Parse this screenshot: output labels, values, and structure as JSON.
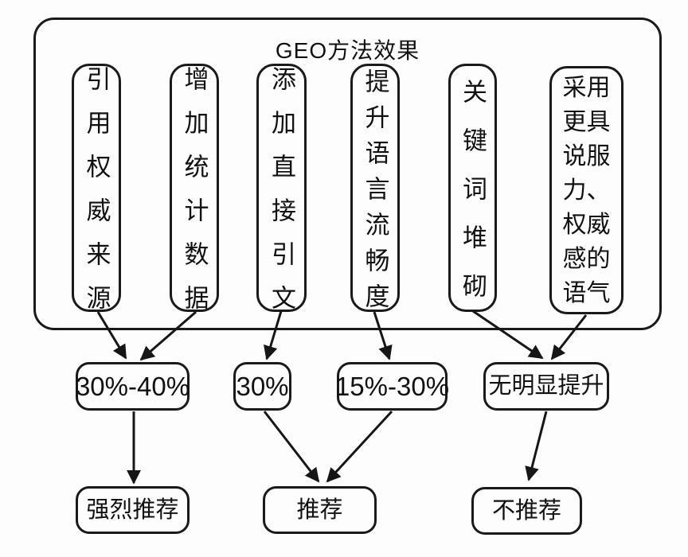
{
  "diagram": {
    "title": "GEO方法效果",
    "methods": [
      {
        "label": "引用权威来源"
      },
      {
        "label": "增加统计数据"
      },
      {
        "label": "添加直接引文"
      },
      {
        "label": "提升语言流畅度"
      },
      {
        "label": "关键词堆砌"
      },
      {
        "label": "采用更具说服力、权威感的语气"
      }
    ],
    "effects": [
      {
        "label": "30%-40%"
      },
      {
        "label": "30%"
      },
      {
        "label": "15%-30%"
      },
      {
        "label": "无明显提升"
      }
    ],
    "recommendations": [
      {
        "label": "强烈推荐"
      },
      {
        "label": "推荐"
      },
      {
        "label": "不推荐"
      }
    ],
    "connections": [
      {
        "from": "引用权威来源",
        "to": "30%-40%"
      },
      {
        "from": "增加统计数据",
        "to": "30%-40%"
      },
      {
        "from": "添加直接引文",
        "to": "30%"
      },
      {
        "from": "提升语言流畅度",
        "to": "15%-30%"
      },
      {
        "from": "关键词堆砌",
        "to": "无明显提升"
      },
      {
        "from": "采用更具说服力、权威感的语气",
        "to": "无明显提升"
      },
      {
        "from": "30%-40%",
        "to": "强烈推荐"
      },
      {
        "from": "30%",
        "to": "推荐"
      },
      {
        "from": "15%-30%",
        "to": "推荐"
      },
      {
        "from": "无明显提升",
        "to": "不推荐"
      }
    ],
    "colors": {
      "stroke": "#1a1a1a",
      "background": "#fdfdfd",
      "text": "#111111"
    }
  }
}
